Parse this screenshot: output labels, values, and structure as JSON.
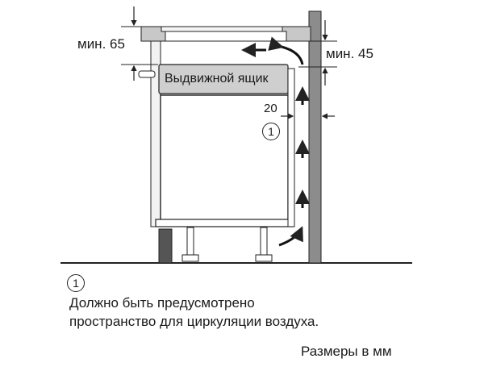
{
  "labels": {
    "min_top": "мин. 65",
    "min_right": "мин. 45",
    "drawer": "Выдвижной ящик",
    "gap": "20",
    "callout_marker": "1"
  },
  "note": {
    "marker": "1",
    "line1": "Должно быть предусмотрено",
    "line2": "пространство для циркуляции воздуха."
  },
  "units": "Размеры в мм",
  "colors": {
    "line": "#222222",
    "wall": "#8c8c8c",
    "surface": "#c8c8c8",
    "drawer": "#cfcfcf",
    "plinth": "#555555"
  }
}
